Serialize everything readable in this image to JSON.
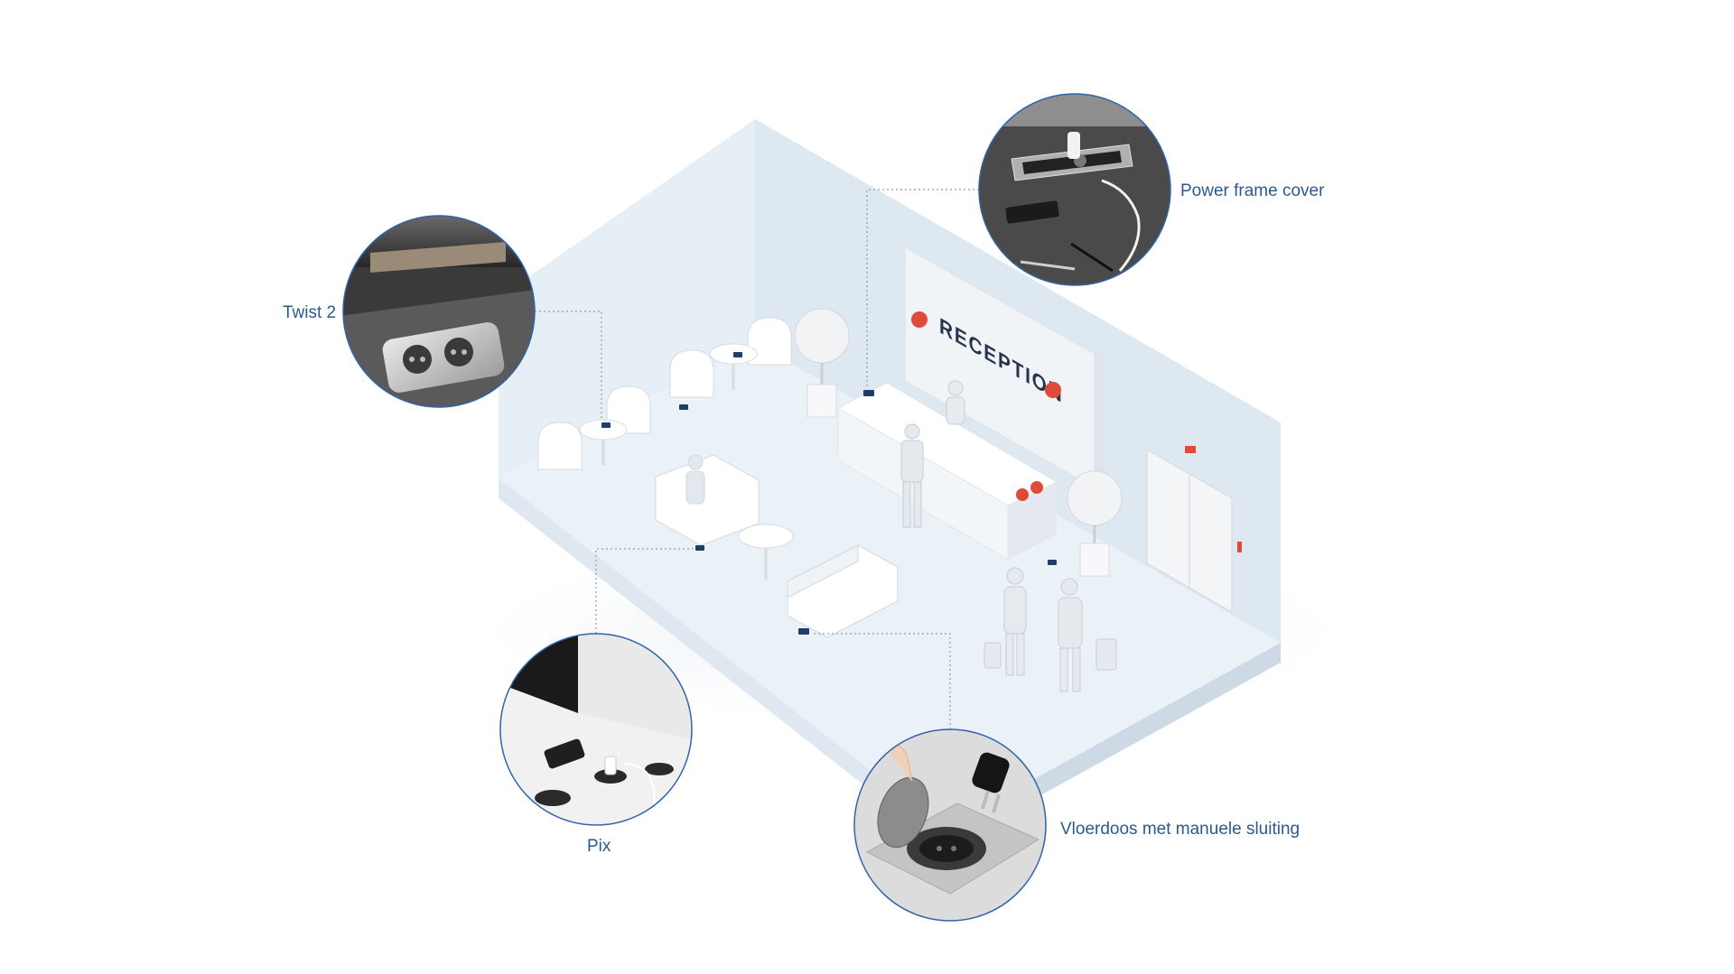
{
  "colors": {
    "label": "#2b5a8e",
    "leader": "#8a9db5",
    "ring": "#2f64a8",
    "socket": "#1d3d6b",
    "sign_text": "#26344d",
    "accent_red": "#e04a3a",
    "floor": "#eaf1f7",
    "wall_left": "#e4edf5",
    "wall_right": "#d6e2ec"
  },
  "sign": {
    "text": "RECEPTION"
  },
  "callouts": [
    {
      "id": "twist",
      "label": "Twist 2",
      "icon": "twist-socket-photo"
    },
    {
      "id": "power",
      "label": "Power frame cover",
      "icon": "power-frame-photo"
    },
    {
      "id": "pix",
      "label": "Pix",
      "icon": "pix-desk-socket-photo"
    },
    {
      "id": "vloer",
      "label": "Vloerdoos met manuele sluiting",
      "icon": "floor-box-photo"
    }
  ]
}
